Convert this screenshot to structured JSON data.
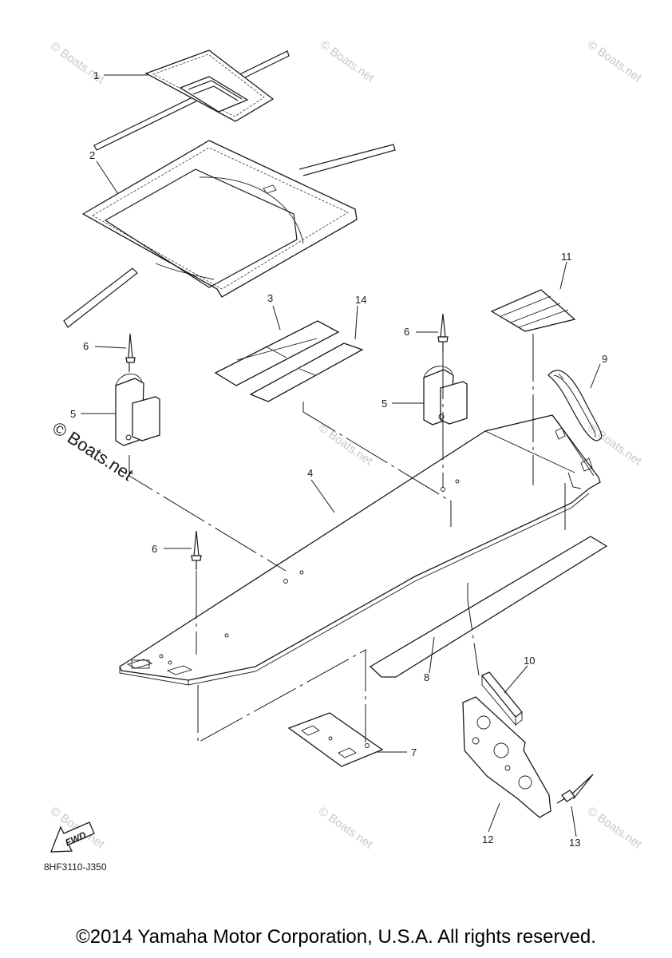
{
  "callouts": [
    "1",
    "2",
    "3",
    "4",
    "5",
    "6",
    "7",
    "8",
    "9",
    "10",
    "11",
    "12",
    "13",
    "14"
  ],
  "watermark": "© Boats.net",
  "watermark_main": "© Boats.net",
  "fwd_label": "FWD",
  "diagram_code": "8HF3110-J350",
  "copyright": "©2014 Yamaha Motor Corporation, U.S.A. All rights reserved."
}
